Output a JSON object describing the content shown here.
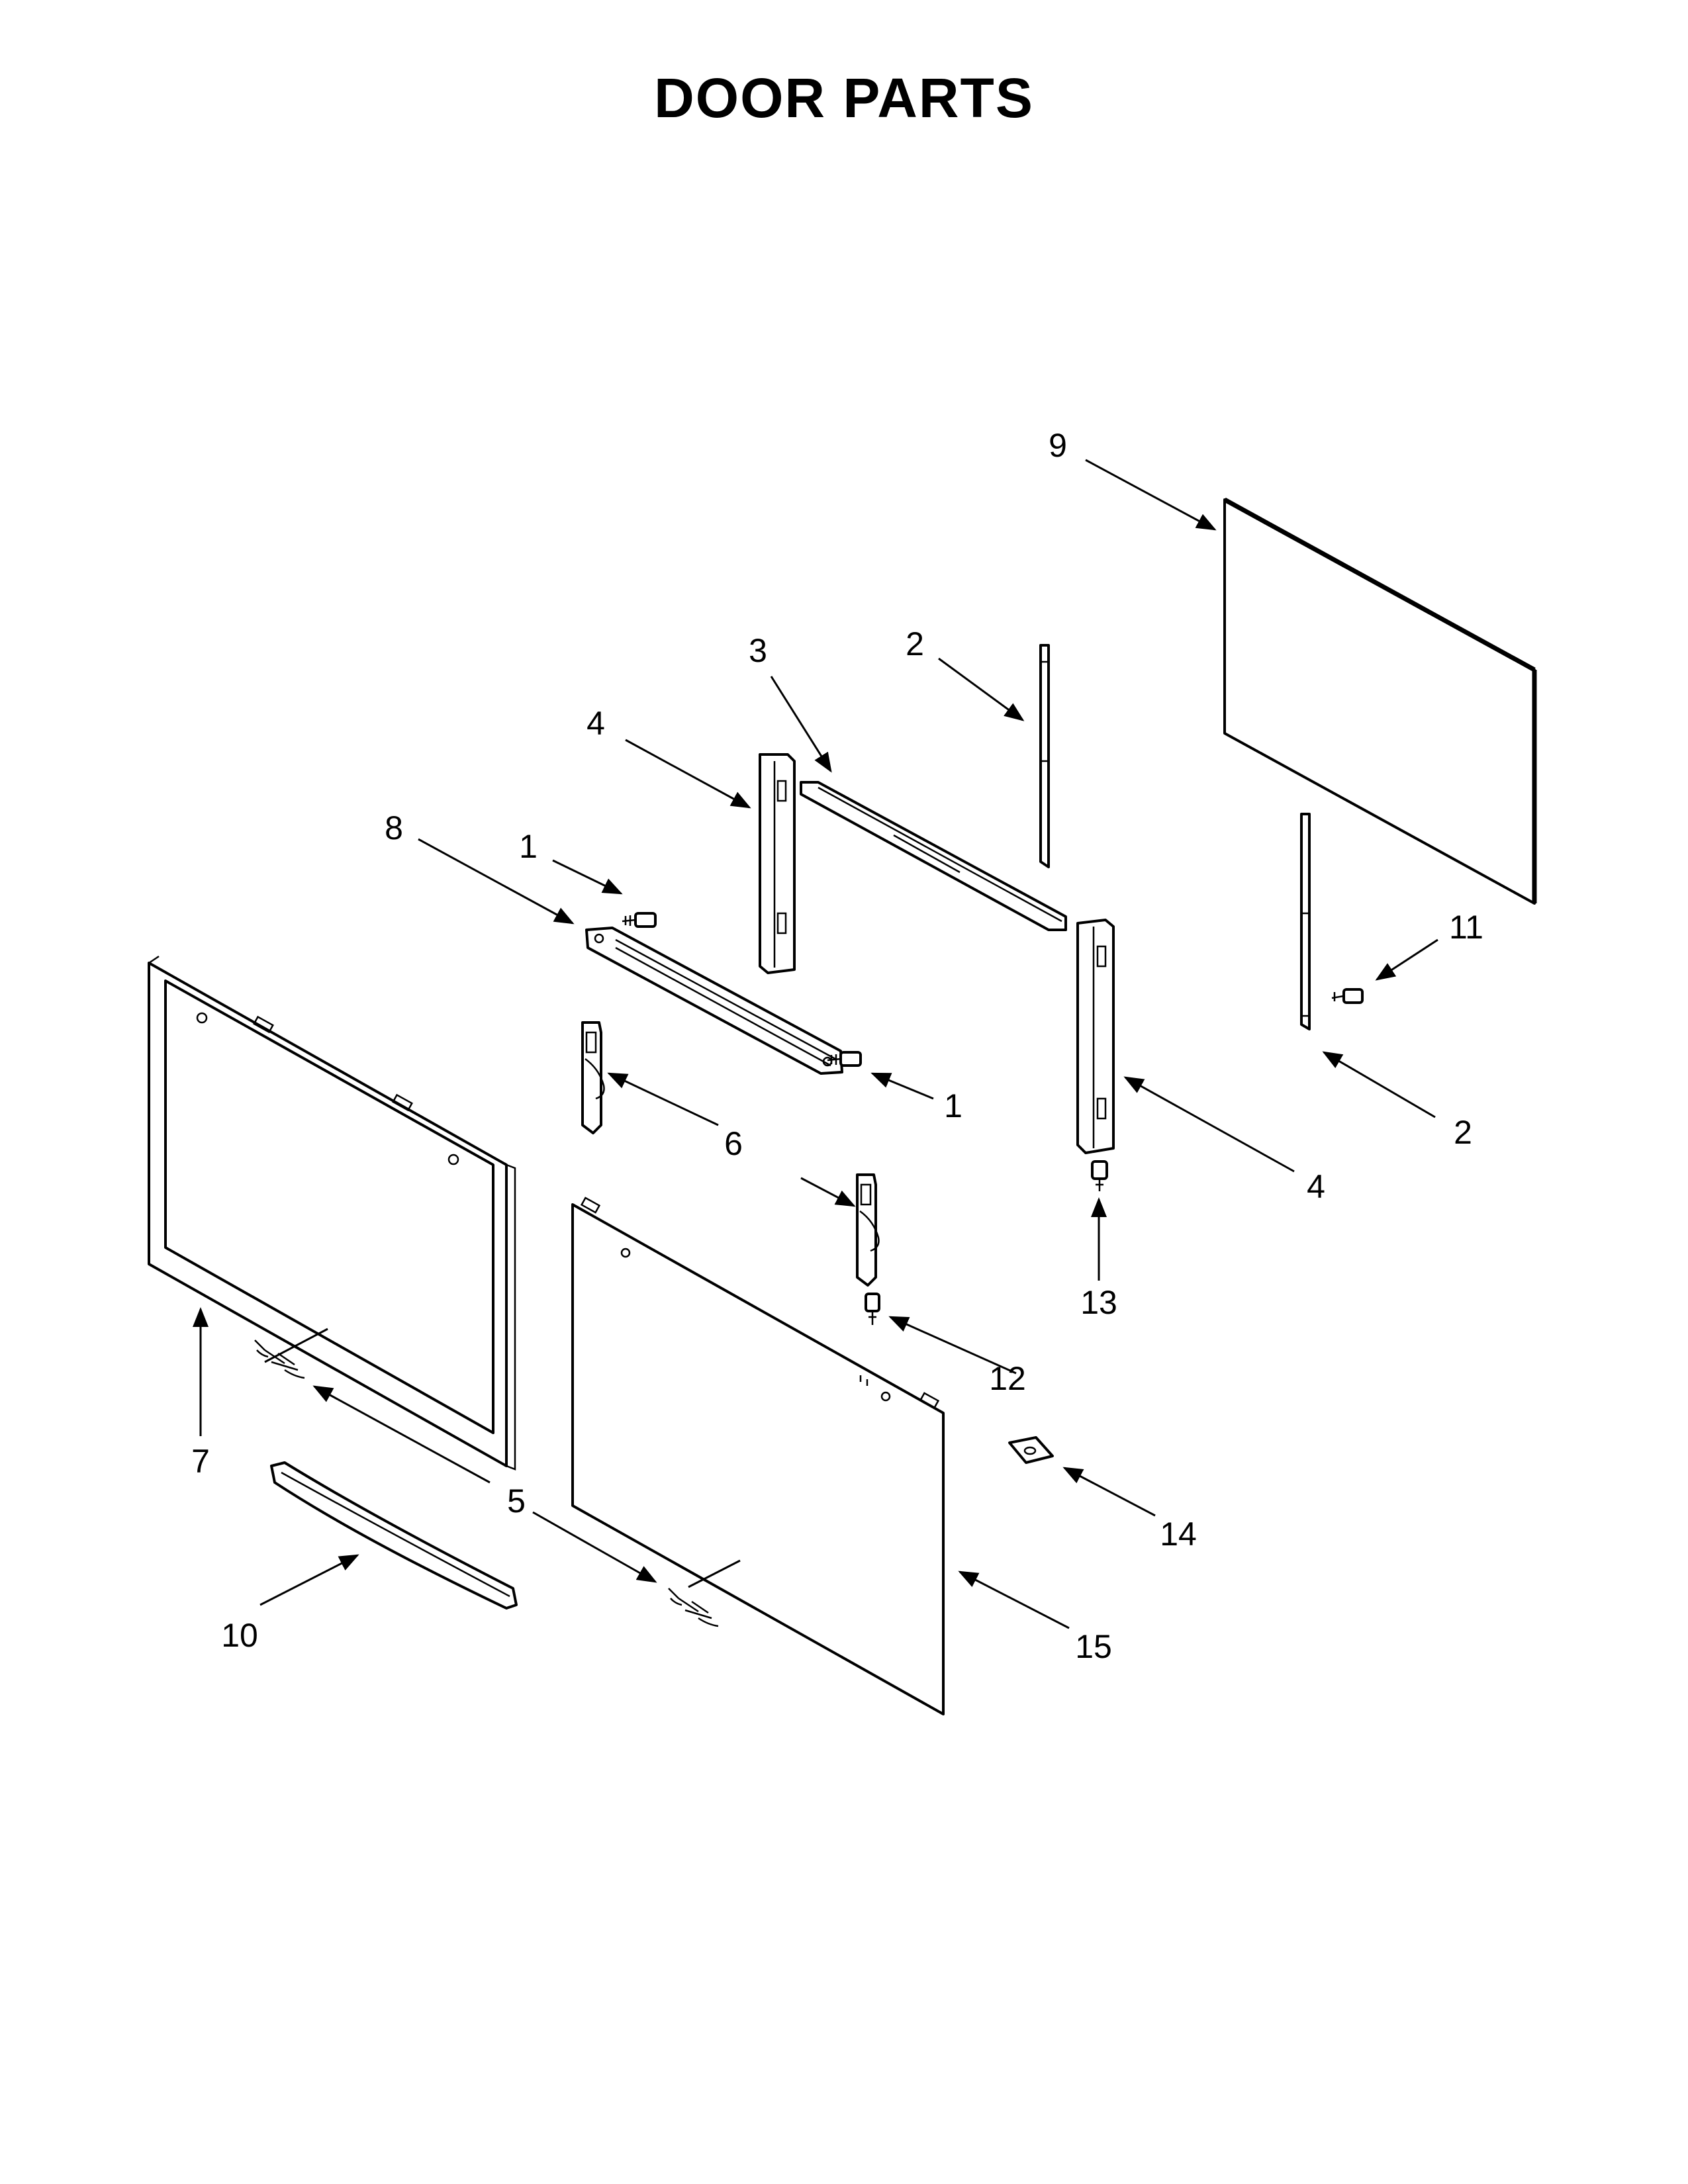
{
  "title": "DOOR PARTS",
  "callouts": {
    "c1a": "1",
    "c1b": "1",
    "c2a": "2",
    "c2b": "2",
    "c3": "3",
    "c4a": "4",
    "c4b": "4",
    "c5": "5",
    "c6": "6",
    "c7": "7",
    "c8": "8",
    "c9": "9",
    "c10": "10",
    "c11": "11",
    "c12": "12",
    "c13": "13",
    "c14": "14",
    "c15": "15"
  }
}
